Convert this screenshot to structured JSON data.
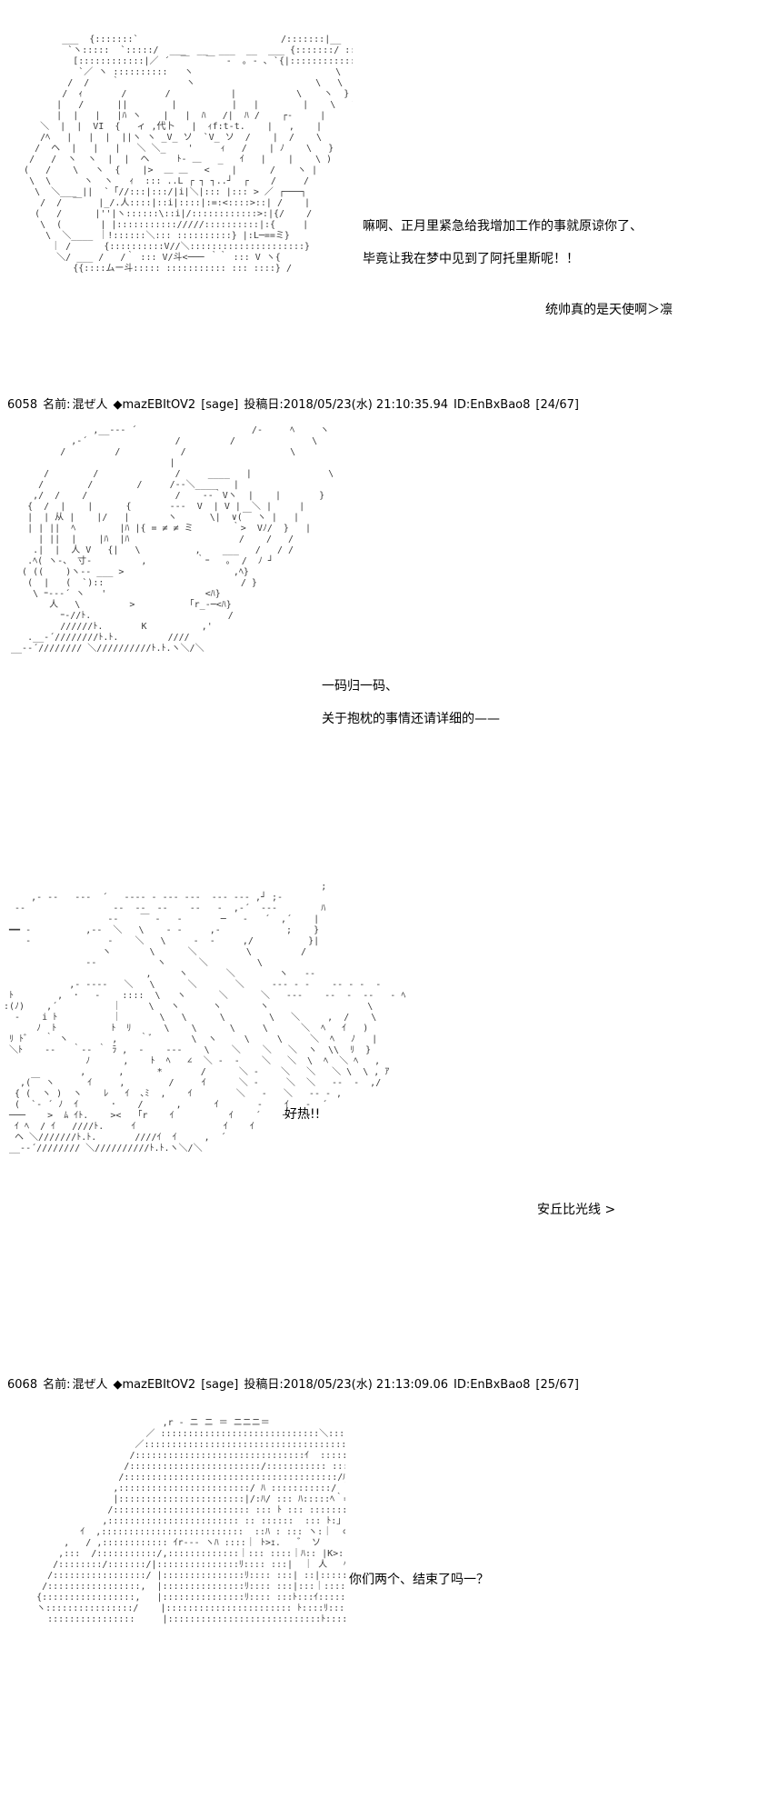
{
  "panels": [
    {
      "art_label": "ascii-art-figure-with-horns",
      "dialogue": [
        "嘛啊、正月里紧急给我增加工作的事就原谅你了、",
        "毕竟让我在梦中见到了阿托里斯呢！！",
        "统帅真的是天使啊＞凛"
      ]
    },
    {
      "header": {
        "number": "6058",
        "name_label": "名前:",
        "name": "混ぜ人",
        "trip": "◆mazEBItOV2",
        "mail": "[sage]",
        "date_label": "投稿日:",
        "date": "2018/05/23(水) 21:10:35.94",
        "id": "ID:EnBxBao8",
        "count": "[24/67]"
      },
      "art_label": "ascii-art-girl-portrait",
      "dialogue": [
        "一码归一码、",
        "关于抱枕的事情还请详细的——"
      ]
    },
    {
      "art_label": "ascii-art-action-scene",
      "sfx": "好热!!",
      "dialogue": [
        "安丘比光线 >"
      ]
    },
    {
      "header": {
        "number": "6068",
        "name_label": "名前:",
        "name": "混ぜ人",
        "trip": "◆mazEBItOV2",
        "mail": "[sage]",
        "date_label": "投稿日:",
        "date": "2018/05/23(水) 21:13:09.06",
        "id": "ID:EnBxBao8",
        "count": "[25/67]"
      },
      "art_label": "ascii-art-robed-figure",
      "dialogue": [
        "你们两个、结束了吗一？"
      ]
    }
  ]
}
